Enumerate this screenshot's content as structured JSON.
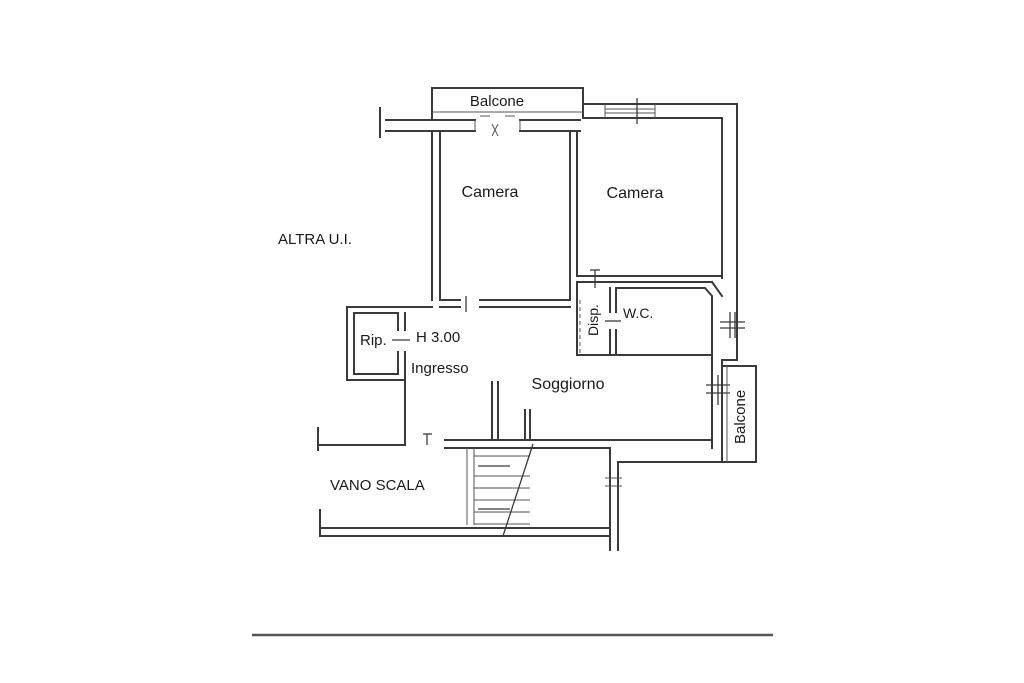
{
  "labels": {
    "balcone_top": "Balcone",
    "camera_left": "Camera",
    "camera_right": "Camera",
    "altra_ui": "ALTRA U.I.",
    "rip": "Rip.",
    "height": "H 3.00",
    "ingresso": "Ingresso",
    "disp": "Disp.",
    "wc": "W.C.",
    "soggiorno": "Soggiorno",
    "balcone_right": "Balcone",
    "vano_scala": "VANO SCALA"
  }
}
